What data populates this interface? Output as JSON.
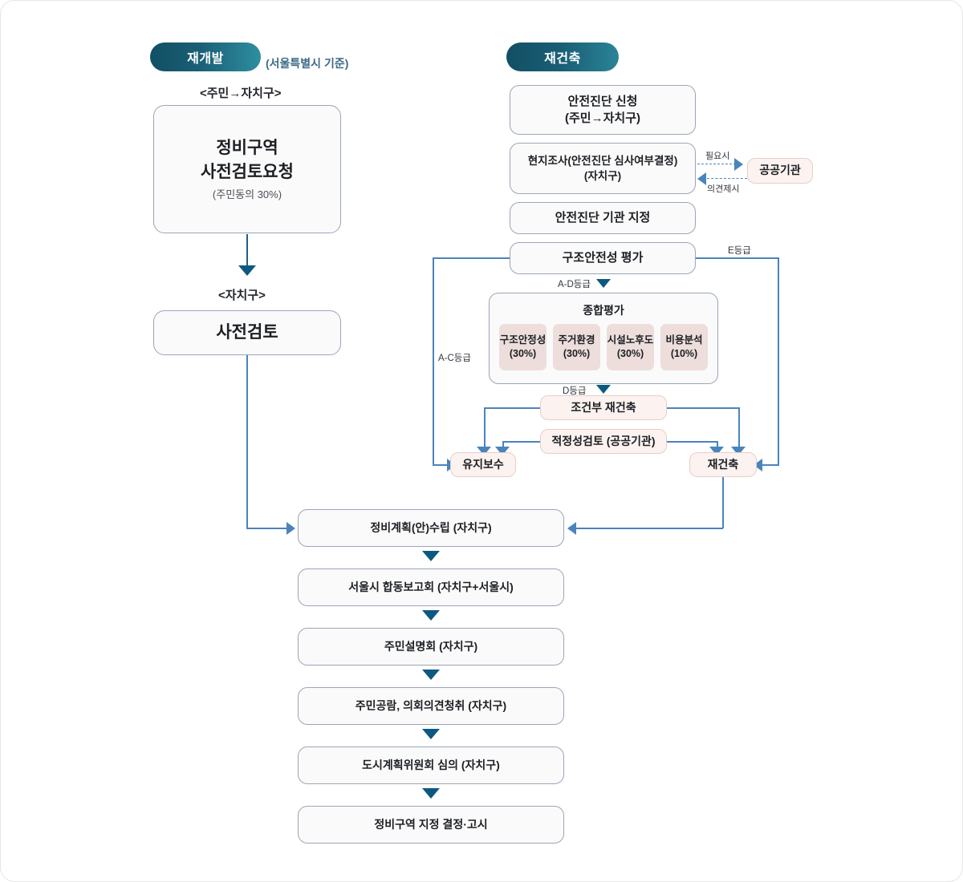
{
  "diagram": {
    "title_note": "(서울특별시 기준)",
    "columns": {
      "redevelopment": {
        "pill_label": "재개발",
        "caption_top": "<주민→자치구>",
        "caption_mid": "<자치구>",
        "box_request": {
          "line1": "정비구역",
          "line2": "사전검토요청",
          "sub": "(주민동의 30%)"
        },
        "box_review": "사전검토"
      },
      "reconstruction": {
        "pill_label": "재건축",
        "steps": [
          {
            "line1": "안전진단 신청",
            "line2": "(주민→자치구)"
          },
          {
            "line1": "현지조사(안전진단 심사여부결정)",
            "line2": "(자치구)"
          },
          {
            "line1": "안전진단 기관 지정",
            "line2": ""
          },
          {
            "line1": "구조안전성 평가",
            "line2": ""
          }
        ],
        "public_agency": "공공기관",
        "agency_edge_out": "필요시",
        "agency_edge_in": "의견제시",
        "grade_ad": "A-D등급",
        "grade_ac": "A-C등급",
        "grade_e": "E등급",
        "grade_d": "D등급",
        "evaluation": {
          "title": "종합평가",
          "criteria": [
            {
              "name": "구조안정성",
              "weight": "(30%)"
            },
            {
              "name": "주거환경",
              "weight": "(30%)"
            },
            {
              "name": "시설노후도",
              "weight": "(30%)"
            },
            {
              "name": "비용분석",
              "weight": "(10%)"
            }
          ]
        },
        "conditional": "조건부 재건축",
        "adequacy_review": "적정성검토 (공공기관)",
        "maintain": "유지보수",
        "rebuild": "재건축"
      }
    },
    "common_steps": [
      "정비계획(안)수립 (자치구)",
      "서울시 합동보고회 (자치구+서울시)",
      "주민설명회 (자치구)",
      "주민공람, 의회의견청취 (자치구)",
      "도시계획위원회 심의 (자치구)",
      "정비구역 지정 결정·고시"
    ]
  },
  "colors": {
    "pill_start": "#124f63",
    "pill_end": "#2e8ea0",
    "connector": "#4a84bd",
    "arrow_dark": "#0d587f",
    "box_fill": "#fafafa",
    "box_border": "#9aa6b8",
    "pink_fill": "#fcf2ef",
    "pink_border": "#e6cfc9",
    "eval_cell_fill": "#eddedb"
  }
}
